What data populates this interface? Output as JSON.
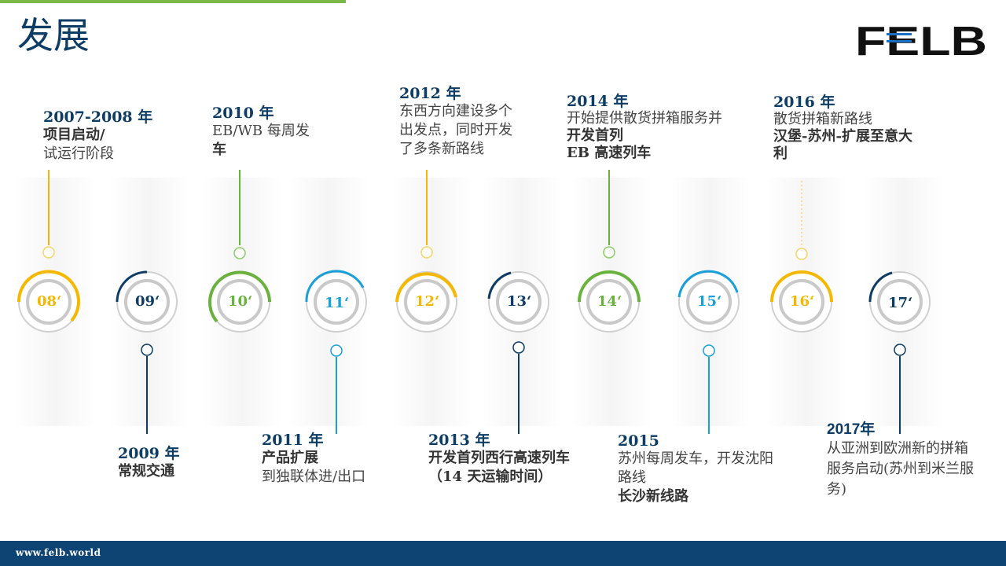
{
  "title": "发展",
  "logo_text": "FELB",
  "website": "www.felb.world",
  "colors": {
    "yellow": "#f5b800",
    "navy": "#0d3c64",
    "green": "#6ab23e",
    "cyan": "#1aa0d8",
    "gray": "#c9c9c9"
  },
  "milestones": [
    {
      "label": "08‘",
      "year": "2007-2008 年",
      "lines": [
        "项目启动/",
        "试运行阶段"
      ]
    },
    {
      "label": "09‘",
      "year": "2009 年",
      "lines": [
        "常规交通"
      ]
    },
    {
      "label": "10‘",
      "year": "2010 年",
      "lines": [
        "EB/WB 每周发",
        "车"
      ]
    },
    {
      "label": "11‘",
      "year": "2011 年",
      "lines": [
        "产品扩展",
        "到独联体进/出口"
      ]
    },
    {
      "label": "12‘",
      "year": "2012 年",
      "lines": [
        "东西方向建设多个",
        "出发点，同时开发",
        "了多条新路线"
      ]
    },
    {
      "label": "13‘",
      "year": "2013 年",
      "lines": [
        "开发首列西行高速列车",
        "（14 天运输时间）"
      ]
    },
    {
      "label": "14‘",
      "year": "2014 年",
      "lines": [
        "开始提供散货拼箱服务并",
        "开发首列",
        "EB 高速列车"
      ]
    },
    {
      "label": "15‘",
      "year": "2015",
      "lines": [
        "苏州每周发车，开发沈阳",
        "路线",
        "长沙新线路"
      ]
    },
    {
      "label": "16‘",
      "year": "2016 年",
      "lines": [
        "散货拼箱新路线",
        "汉堡-苏州-扩展至意大",
        "利"
      ]
    },
    {
      "label": "17‘",
      "year": "2017年",
      "lines": [
        "从亚洲到欧洲新的拼箱",
        "服务启动(苏州到米兰服",
        "务)"
      ]
    }
  ]
}
